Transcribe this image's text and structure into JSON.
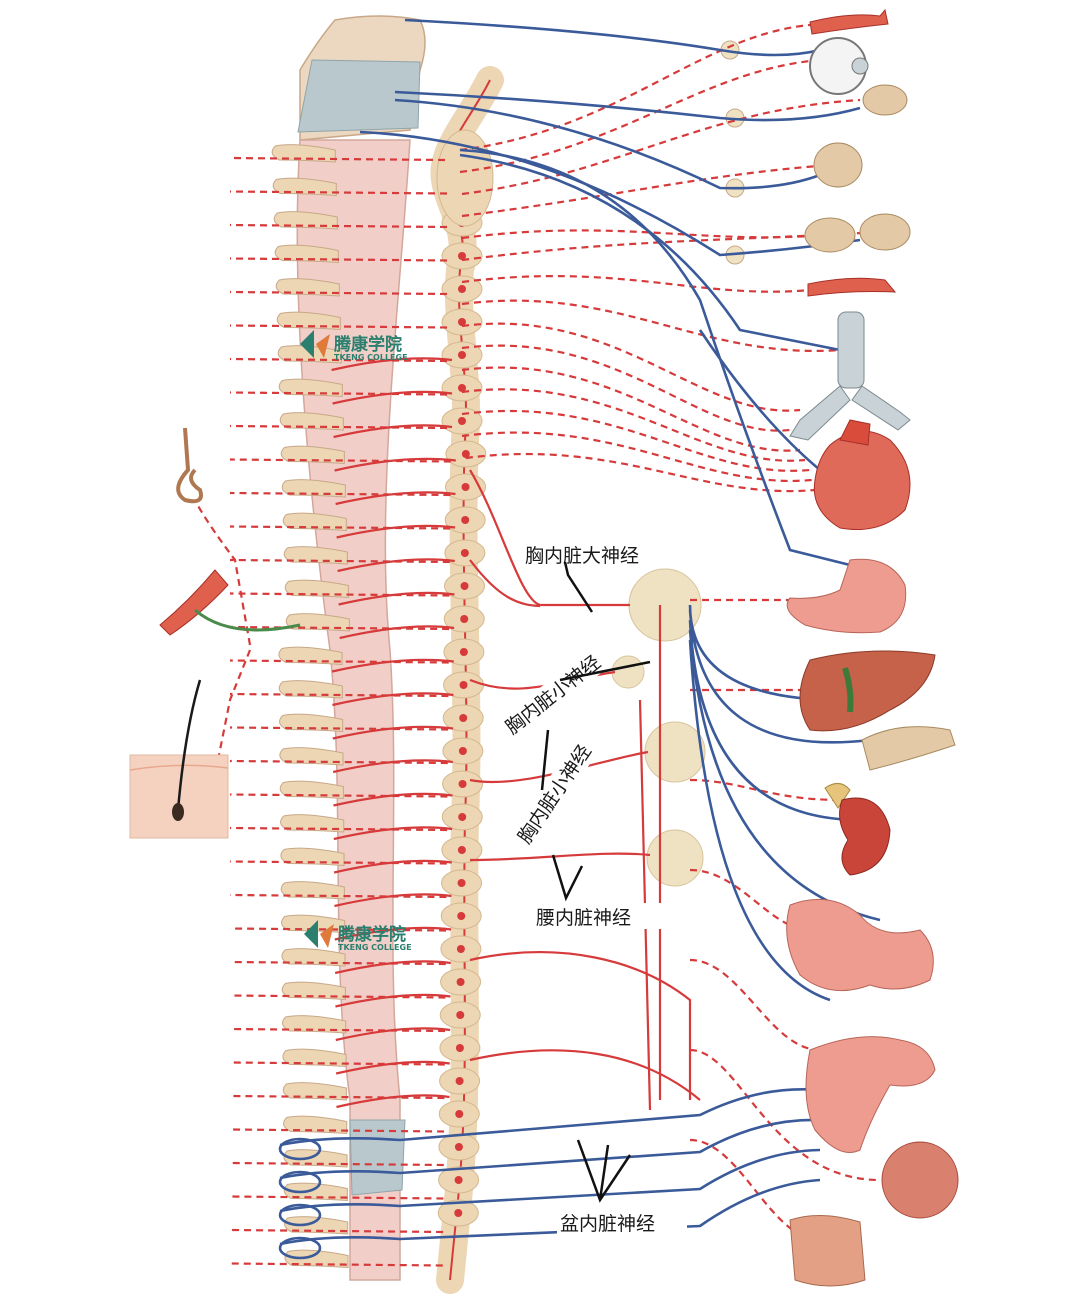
{
  "labels": {
    "greater_thoracic_splanchnic": "胸内脏大神经",
    "lesser_thoracic_splanchnic_1": "胸内脏小神经",
    "lesser_thoracic_splanchnic_2": "胸内脏小神经",
    "lumbar_splanchnic": "腰内脏神经",
    "pelvic_splanchnic": "盆内脏神经"
  },
  "watermark": {
    "name_cn": "腾康学院",
    "name_en": "TKENG COLLEGE"
  },
  "colors": {
    "sympathetic": "#d63a3a",
    "parasympathetic": "#3a5a9a",
    "bone": "#ecd6b4",
    "spinal_cord": "#f1cfc8",
    "ganglion": "#efe2c2",
    "organ": "#ee9c90",
    "skin": "#f5d2c0"
  }
}
